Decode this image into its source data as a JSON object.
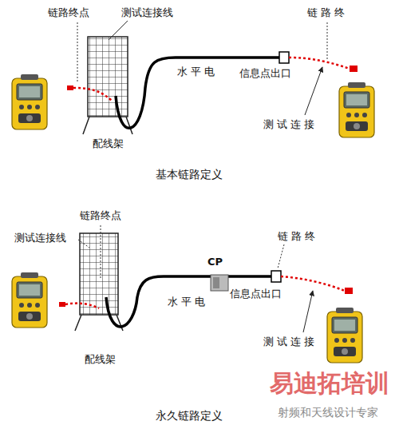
{
  "diagram": {
    "labels": [
      "链路终点",
      "测试连接线",
      "链 路 终",
      "水 平 电",
      "信息点出口",
      "测 试 连 接",
      "配线架",
      "基本链路定义",
      "链路终点",
      "测试连接线",
      "CP",
      "链 路 终",
      "水 平 电",
      "信息点出口",
      "测 试 连 接",
      "配线架",
      "永久链路定义",
      "易迪拓培训",
      "射频和天线设计专家"
    ]
  }
}
